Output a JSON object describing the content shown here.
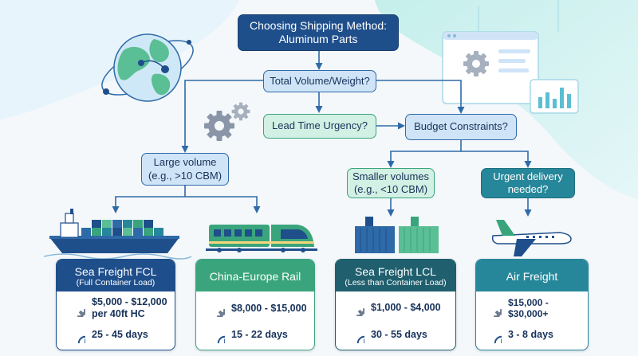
{
  "title": {
    "line1": "Choosing Shipping Method:",
    "line2": "Aluminum Parts"
  },
  "decisions": {
    "volume": "Total Volume/Weight?",
    "lead_time": "Lead Time Urgency?",
    "budget": "Budget Constraints?"
  },
  "conditions": {
    "large": {
      "line1": "Large volume",
      "line2": "(e.g., >10 CBM)"
    },
    "smaller": {
      "line1": "Smaller volumes",
      "line2": "(e.g., <10 CBM)"
    },
    "urgent": {
      "line1": "Urgent delivery",
      "line2": "needed?"
    }
  },
  "options": [
    {
      "title": "Sea Freight FCL",
      "subtitle": "(Full Container Load)",
      "cost_line1": "$5,000 - $12,000",
      "cost_line2": "per 40ft HC",
      "time": "25 - 45 days",
      "color": "#1f4f8b"
    },
    {
      "title": "China-Europe Rail",
      "subtitle": "",
      "cost_line1": "$8,000 - $15,000",
      "cost_line2": "",
      "time": "15 - 22 days",
      "color": "#3aa57d"
    },
    {
      "title": "Sea Freight LCL",
      "subtitle": "(Less than Container Load)",
      "cost_line1": "$1,000 - $4,000",
      "cost_line2": "",
      "time": "30 - 55 days",
      "color": "#1f5f6e"
    },
    {
      "title": "Air Freight",
      "subtitle": "",
      "cost_line1": "$15,000 - $30,000+",
      "cost_line2": "",
      "time": "3 - 8 days",
      "color": "#27879a"
    }
  ],
  "colors": {
    "navy": "#1f4f8b",
    "green": "#3aa57d",
    "teal": "#27879a",
    "arrow": "#2f6aa8"
  },
  "icons": [
    "globe-icon",
    "gear-icon",
    "clock-icon",
    "ship-icon",
    "train-icon",
    "container-icon",
    "plane-icon",
    "dashboard-icon"
  ]
}
